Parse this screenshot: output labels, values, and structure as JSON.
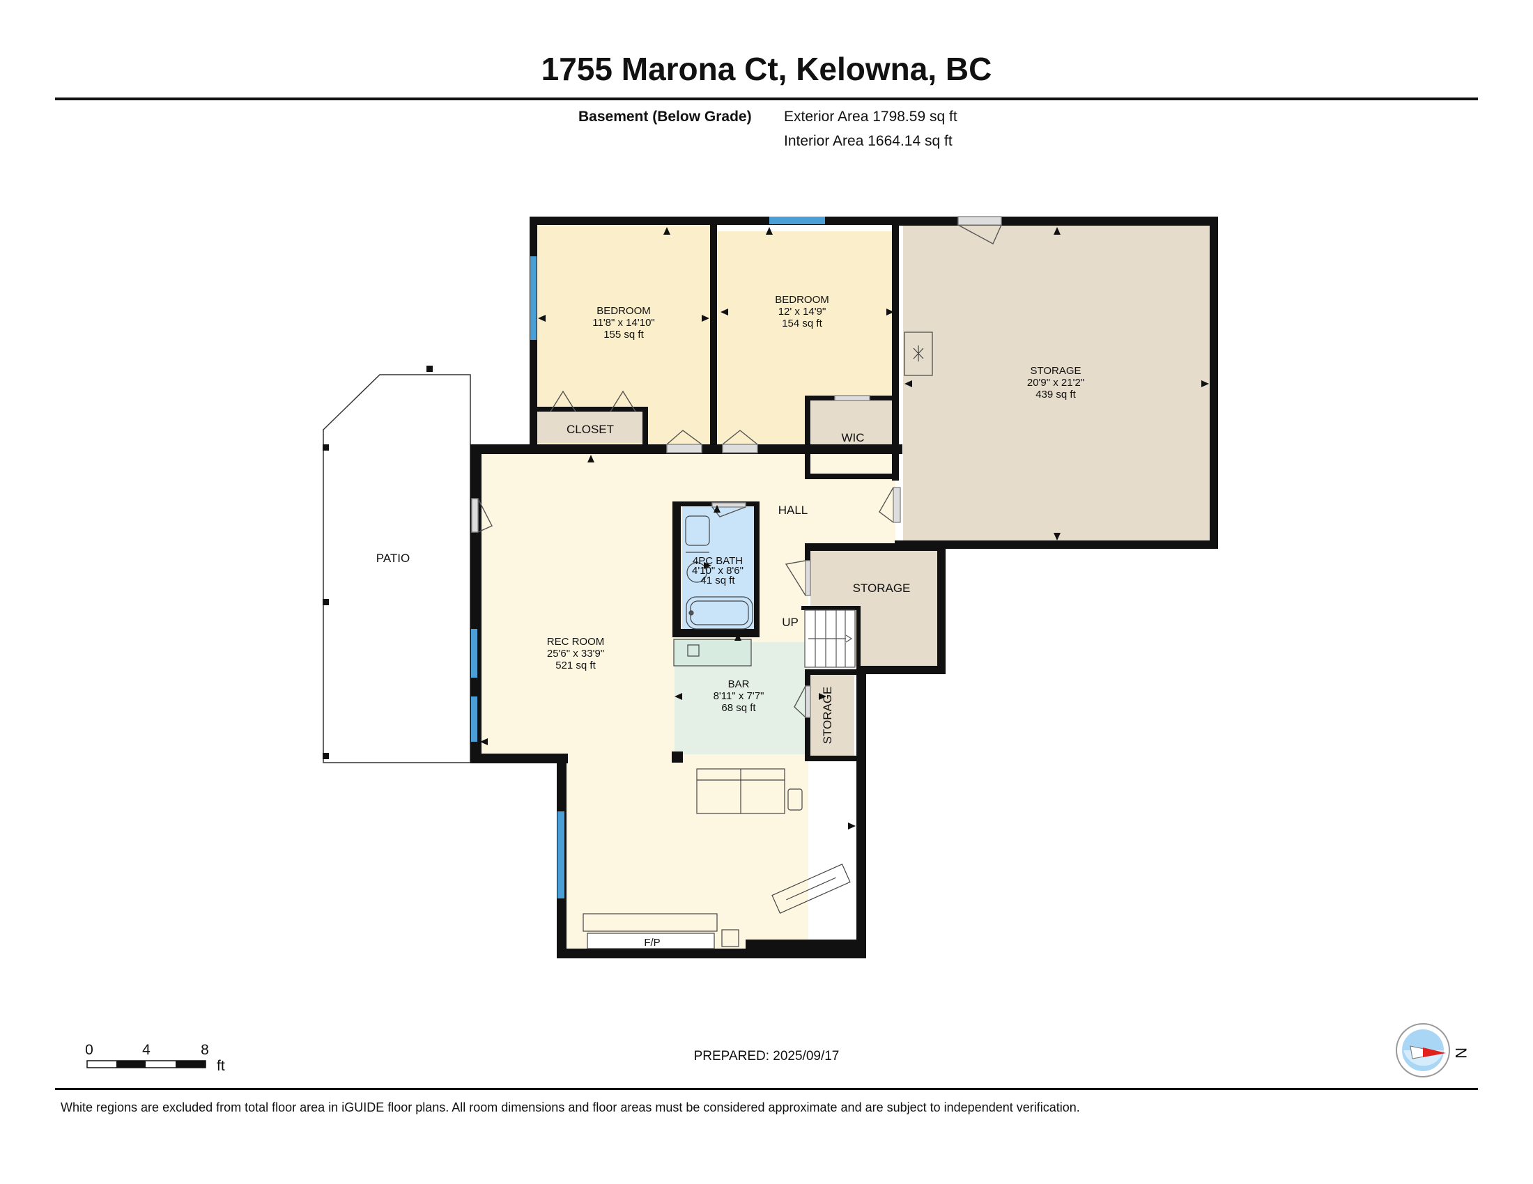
{
  "header": {
    "title": "1755 Marona Ct, Kelowna, BC",
    "floor_label": "Basement (Below Grade)",
    "exterior_area": "Exterior Area 1798.59 sq ft",
    "interior_area": "Interior Area 1664.14 sq ft"
  },
  "rooms": {
    "bedroom1": {
      "name": "BEDROOM",
      "dims": "11'8\" x 14'10\"",
      "area": "155 sq ft"
    },
    "bedroom2": {
      "name": "BEDROOM",
      "dims": "12' x 14'9\"",
      "area": "154 sq ft"
    },
    "storage_main": {
      "name": "STORAGE",
      "dims": "20'9\" x 21'2\"",
      "area": "439 sq ft"
    },
    "closet": {
      "name": "CLOSET"
    },
    "wic": {
      "name": "WIC"
    },
    "hall": {
      "name": "HALL"
    },
    "patio": {
      "name": "PATIO"
    },
    "bath": {
      "name": "4PC BATH",
      "dims": "4'10\" x 8'6\"",
      "area": "41 sq ft"
    },
    "storage_small": {
      "name": "STORAGE"
    },
    "storage_vertical": {
      "name": "STORAGE"
    },
    "up": {
      "name": "UP"
    },
    "rec_room": {
      "name": "REC ROOM",
      "dims": "25'6\" x 33'9\"",
      "area": "521 sq ft"
    },
    "bar": {
      "name": "BAR",
      "dims": "8'11\" x 7'7\"",
      "area": "68 sq ft"
    },
    "fireplace": {
      "name": "F/P"
    }
  },
  "scale": {
    "ticks": [
      "0",
      "4",
      "8"
    ],
    "unit": "ft"
  },
  "compass": {
    "label": "N"
  },
  "footer": {
    "prepared": "PREPARED: 2025/09/17",
    "disclaimer": "White regions are excluded from total floor area in iGUIDE floor plans. All room dimensions and floor areas must be considered approximate and are subject to independent verification."
  },
  "colors": {
    "bedroom": "#fbefcb",
    "storage": "#e6dccc",
    "rec_room": "#fdf7e2",
    "bath": "#c9e3f8",
    "bar": "#e4f0e6",
    "wall": "#111111",
    "window": "#4aa0d6"
  }
}
